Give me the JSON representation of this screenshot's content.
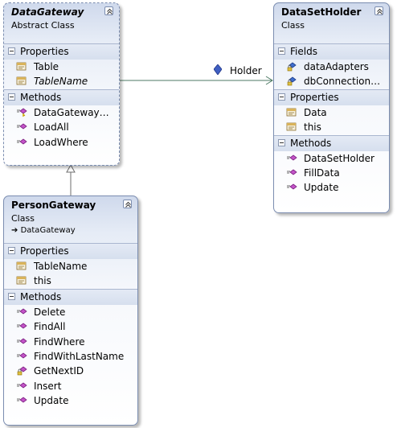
{
  "classes": {
    "data_gateway": {
      "name": "DataGateway",
      "stereotype": "Abstract Class",
      "properties_label": "Properties",
      "properties": [
        "Table",
        "TableName"
      ],
      "methods_label": "Methods",
      "methods": [
        "DataGateway…",
        "LoadAll",
        "LoadWhere"
      ]
    },
    "data_set_holder": {
      "name": "DataSetHolder",
      "stereotype": "Class",
      "fields_label": "Fields",
      "fields": [
        "dataAdapters",
        "dbConnection…"
      ],
      "properties_label": "Properties",
      "properties": [
        "Data",
        "this"
      ],
      "methods_label": "Methods",
      "methods": [
        "DataSetHolder",
        "FillData",
        "Update"
      ]
    },
    "person_gateway": {
      "name": "PersonGateway",
      "stereotype": "Class",
      "base": "DataGateway",
      "properties_label": "Properties",
      "properties": [
        "TableName",
        "this"
      ],
      "methods_label": "Methods",
      "methods": [
        "Delete",
        "FindAll",
        "FindWhere",
        "FindWithLastName",
        "GetNextID",
        "Insert",
        "Update"
      ]
    }
  },
  "association_label": "Holder",
  "colors": {
    "connector": "#4c7a64",
    "border": "#7b8db0",
    "method_icon": "#a020a8",
    "property_icon": "#c08a2e",
    "field_icon": "#3b5fb0"
  },
  "icons": {
    "property": "property-icon",
    "method": "method-icon",
    "field": "field-icon",
    "inherits": "inherits-arrow-icon"
  }
}
